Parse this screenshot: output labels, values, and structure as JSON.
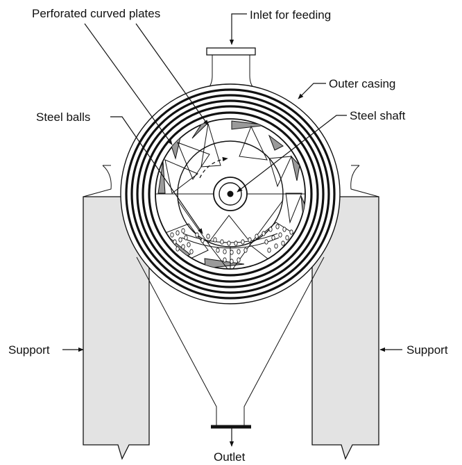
{
  "labels": {
    "perforated_plates": "Perforated curved plates",
    "inlet": "Inlet for feeding",
    "outer_casing": "Outer casing",
    "steel_balls": "Steel balls",
    "steel_shaft": "Steel shaft",
    "support_left": "Support",
    "support_right": "Support",
    "outlet": "Outlet"
  },
  "colors": {
    "line": "#111111",
    "support_fill": "#e3e3e3",
    "plate_fill": "#9a9a9a"
  },
  "icons": {
    "rotation": "curved-arrow-icon"
  }
}
